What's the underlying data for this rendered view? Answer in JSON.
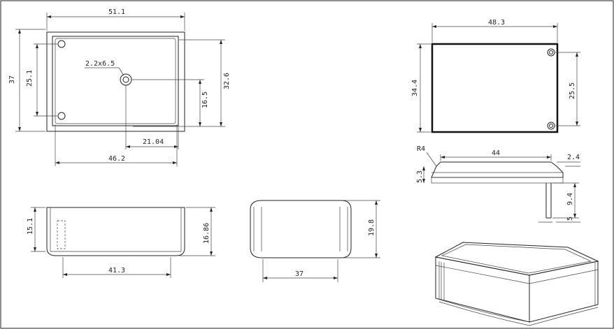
{
  "drawing": {
    "top_view": {
      "outer_width": "51.1",
      "outer_height": "37",
      "hole_spacing_v": "25.1",
      "screw_label": "2.2x6.5",
      "boss_height": "32.6",
      "boss_offset_v": "16.5",
      "boss_offset_h": "21.04",
      "inner_width": "46.2"
    },
    "lid_view": {
      "width": "48.3",
      "height": "34.4",
      "hole_spacing": "25.5"
    },
    "lid_section": {
      "radius": "R4",
      "length": "44",
      "step": "2.4",
      "thickness": "5.3",
      "drop": "9.4",
      "tab": "5"
    },
    "front_view": {
      "inner_height": "15.1",
      "outer_height": "16.86",
      "base_width": "41.3"
    },
    "side_view": {
      "height": "19.8",
      "base_width": "37"
    }
  }
}
